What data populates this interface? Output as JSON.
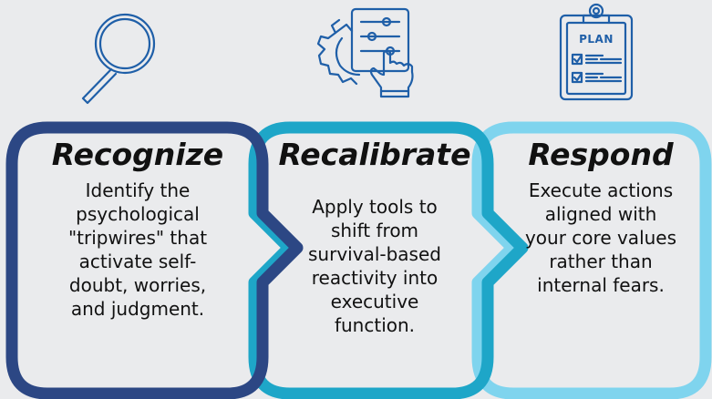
{
  "colors": {
    "background": "#eaebed",
    "recognize": "#2c4784",
    "recalibrate": "#1ea6c8",
    "respond": "#7fd4ee",
    "icon_stroke": "#1f5fa8",
    "text": "#111111"
  },
  "steps": [
    {
      "icon": "magnifying-glass-icon",
      "title": "Recognize",
      "body": "Identify the psychological \"tripwires\" that activate self-doubt, worries, and judgment."
    },
    {
      "icon": "gear-settings-touch-icon",
      "title": "Recalibrate",
      "body": "Apply tools to shift from survival-based reactivity into executive function."
    },
    {
      "icon": "plan-clipboard-icon",
      "title": "Respond",
      "body": "Execute actions aligned with your core values rather than internal fears.",
      "icon_label": "PLAN"
    }
  ]
}
